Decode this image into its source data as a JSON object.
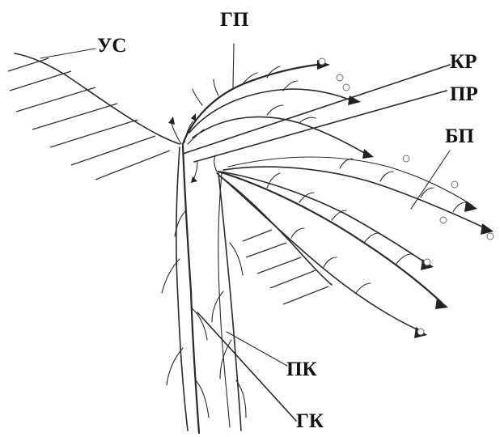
{
  "labels": {
    "us": "УС",
    "gp": "ГП",
    "kr": "КР",
    "pr": "ПР",
    "bp": "БП",
    "pk": "ПК",
    "gk": "ГК"
  }
}
